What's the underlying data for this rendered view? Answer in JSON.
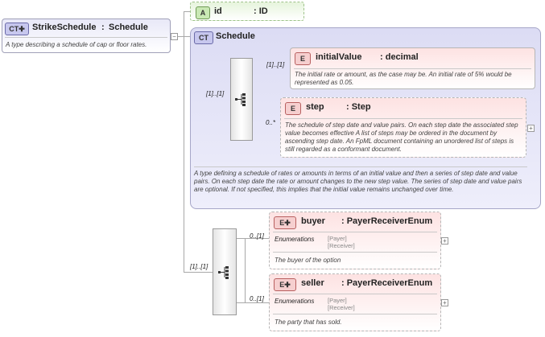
{
  "root": {
    "tag": "CT",
    "title": "StrikeSchedule",
    "type_sep": ":",
    "type": "Schedule",
    "description": "A type describing a schedule of cap or floor rates."
  },
  "attribute": {
    "tag": "A",
    "name": "id",
    "type": ": ID"
  },
  "schedule": {
    "tag": "CT",
    "title": "Schedule",
    "sequence_multiplicity": "[1]..[1]",
    "description": "A type defining a schedule of rates or amounts in terms of an initial value and then a series of step date and value pairs. On each step date the rate or amount changes to the new step value. The series of step date and value pairs are optional. If not specified, this implies that the initial value remains unchanged over time.",
    "elements": [
      {
        "tag": "E",
        "name": "initialValue",
        "type": ": decimal",
        "multiplicity": "[1]..[1]",
        "description": "The initial rate or amount, as the case may be. An initial rate of 5% would be represented as 0.05."
      },
      {
        "tag": "E",
        "name": "step",
        "type": ": Step",
        "multiplicity": "0..*",
        "description": "The schedule of step date and value pairs. On each step date the associated step value becomes effective A list of steps may be ordered in the document by ascending step date. An FpML document containing an unordered list of steps is still regarded as a conformant document."
      }
    ]
  },
  "outer_sequence": {
    "multiplicity": "[1]..[1]",
    "elements": [
      {
        "tag": "E",
        "name": "buyer",
        "type": ": PayerReceiverEnum",
        "multiplicity": "0..[1]",
        "enum_label": "Enumerations",
        "enum_values": [
          "[Payer]",
          "[Receiver]"
        ],
        "description": "The buyer of the option"
      },
      {
        "tag": "E",
        "name": "seller",
        "type": ": PayerReceiverEnum",
        "multiplicity": "0..[1]",
        "enum_label": "Enumerations",
        "enum_values": [
          "[Payer]",
          "[Receiver]"
        ],
        "description": "The party that has sold."
      }
    ]
  },
  "colors": {
    "ct_fill": "#d9d9f3",
    "schedule_fill": "#dedef6",
    "element_fill": "#fde2e2",
    "attr_fill": "#e3f2d9",
    "line": "#a8a8a8"
  }
}
